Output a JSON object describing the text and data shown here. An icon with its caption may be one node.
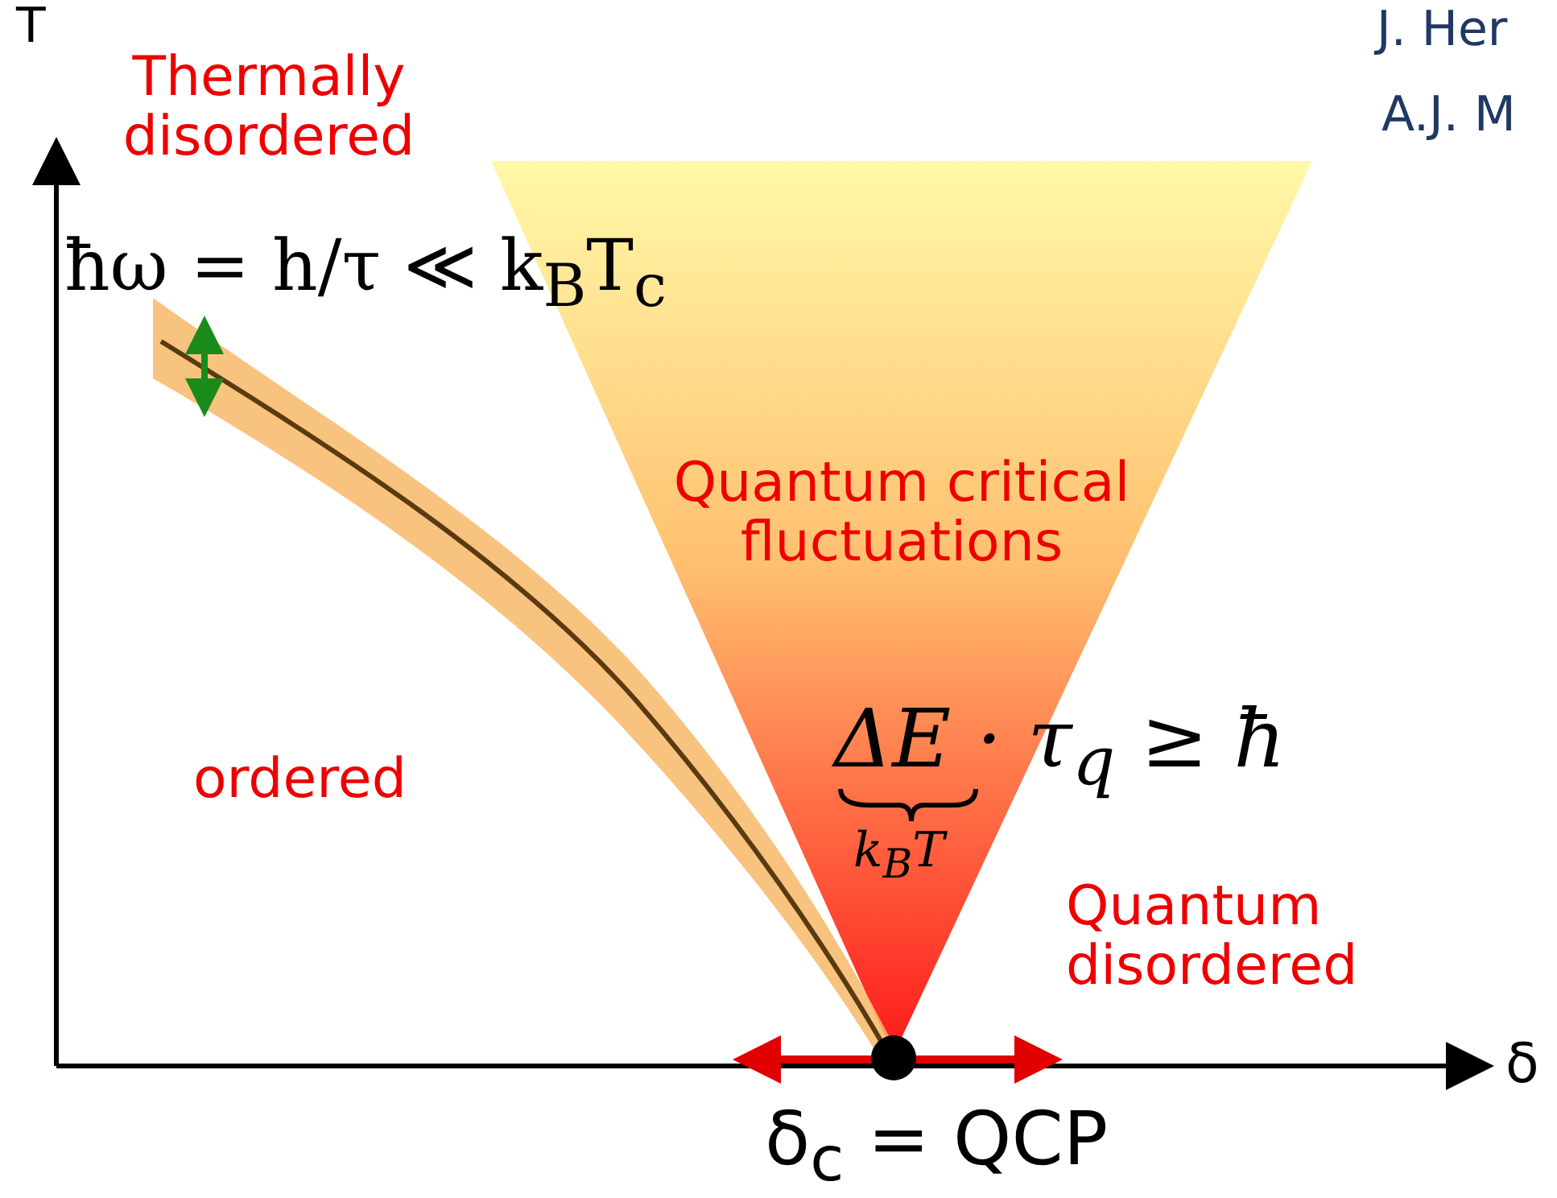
{
  "diagram": {
    "labels": [
      "T",
      "J. Her",
      "A.J. M",
      "Thermally disordered",
      "ħω = h/τ ≪ k$_{B}$T$_{c}$",
      "Quantum critical fluctuations",
      "ΔE · τ$_{q}$ ≥ ħ",
      "k$_{B}$T",
      "ordered",
      "Quantum disordered",
      "δ",
      "δ$_{c}$ = QCP"
    ]
  }
}
